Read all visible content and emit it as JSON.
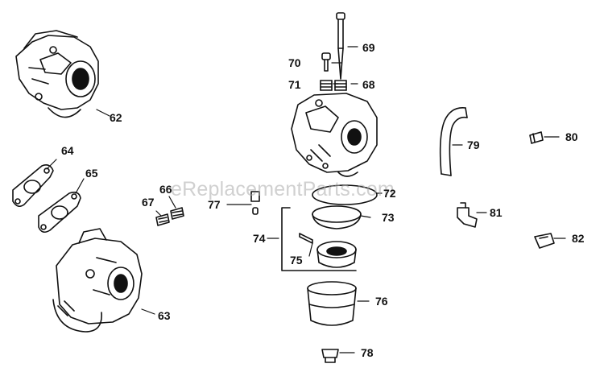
{
  "diagram": {
    "watermark": "eReplacementParts.com",
    "callouts": {
      "c62": "62",
      "c63": "63",
      "c64": "64",
      "c65": "65",
      "c66": "66",
      "c67": "67",
      "c68": "68",
      "c69": "69",
      "c70": "70",
      "c71": "71",
      "c72": "72",
      "c73": "73",
      "c74": "74",
      "c75": "75",
      "c76": "76",
      "c77": "77",
      "c78": "78",
      "c79": "79",
      "c80": "80",
      "c81": "81",
      "c82": "82"
    }
  }
}
